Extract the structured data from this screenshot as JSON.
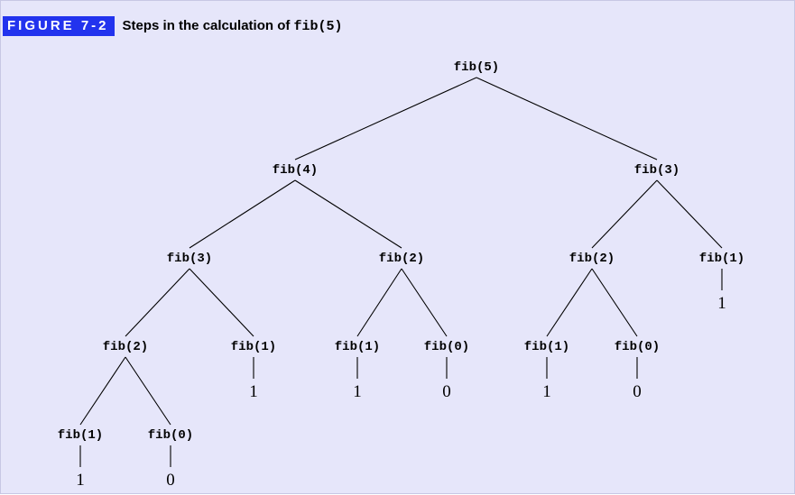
{
  "figure": {
    "label": "FIGURE 7-2",
    "title_text": "Steps in the calculation of ",
    "title_code": "fib(5)",
    "colors": {
      "background": "#e6e6fa",
      "label_background": "#2233ee",
      "label_text": "#ffffff"
    }
  },
  "tree": {
    "nodes": [
      {
        "id": "n5",
        "label": "fib(5)"
      },
      {
        "id": "n4",
        "label": "fib(4)"
      },
      {
        "id": "n3r",
        "label": "fib(3)"
      },
      {
        "id": "n3l",
        "label": "fib(3)"
      },
      {
        "id": "n2m",
        "label": "fib(2)"
      },
      {
        "id": "n2r",
        "label": "fib(2)"
      },
      {
        "id": "n1r",
        "label": "fib(1)",
        "result": "1"
      },
      {
        "id": "n2l",
        "label": "fib(2)"
      },
      {
        "id": "n1a",
        "label": "fib(1)",
        "result": "1"
      },
      {
        "id": "n1b",
        "label": "fib(1)",
        "result": "1"
      },
      {
        "id": "n0b",
        "label": "fib(0)",
        "result": "0"
      },
      {
        "id": "n1c",
        "label": "fib(1)",
        "result": "1"
      },
      {
        "id": "n0c",
        "label": "fib(0)",
        "result": "0"
      },
      {
        "id": "n1d",
        "label": "fib(1)",
        "result": "1"
      },
      {
        "id": "n0d",
        "label": "fib(0)",
        "result": "0"
      }
    ],
    "edges": [
      [
        "n5",
        "n4"
      ],
      [
        "n5",
        "n3r"
      ],
      [
        "n4",
        "n3l"
      ],
      [
        "n4",
        "n2m"
      ],
      [
        "n3r",
        "n2r"
      ],
      [
        "n3r",
        "n1r"
      ],
      [
        "n3l",
        "n2l"
      ],
      [
        "n3l",
        "n1a"
      ],
      [
        "n2m",
        "n1b"
      ],
      [
        "n2m",
        "n0b"
      ],
      [
        "n2r",
        "n1c"
      ],
      [
        "n2r",
        "n0c"
      ],
      [
        "n2l",
        "n1d"
      ],
      [
        "n2l",
        "n0d"
      ]
    ]
  }
}
